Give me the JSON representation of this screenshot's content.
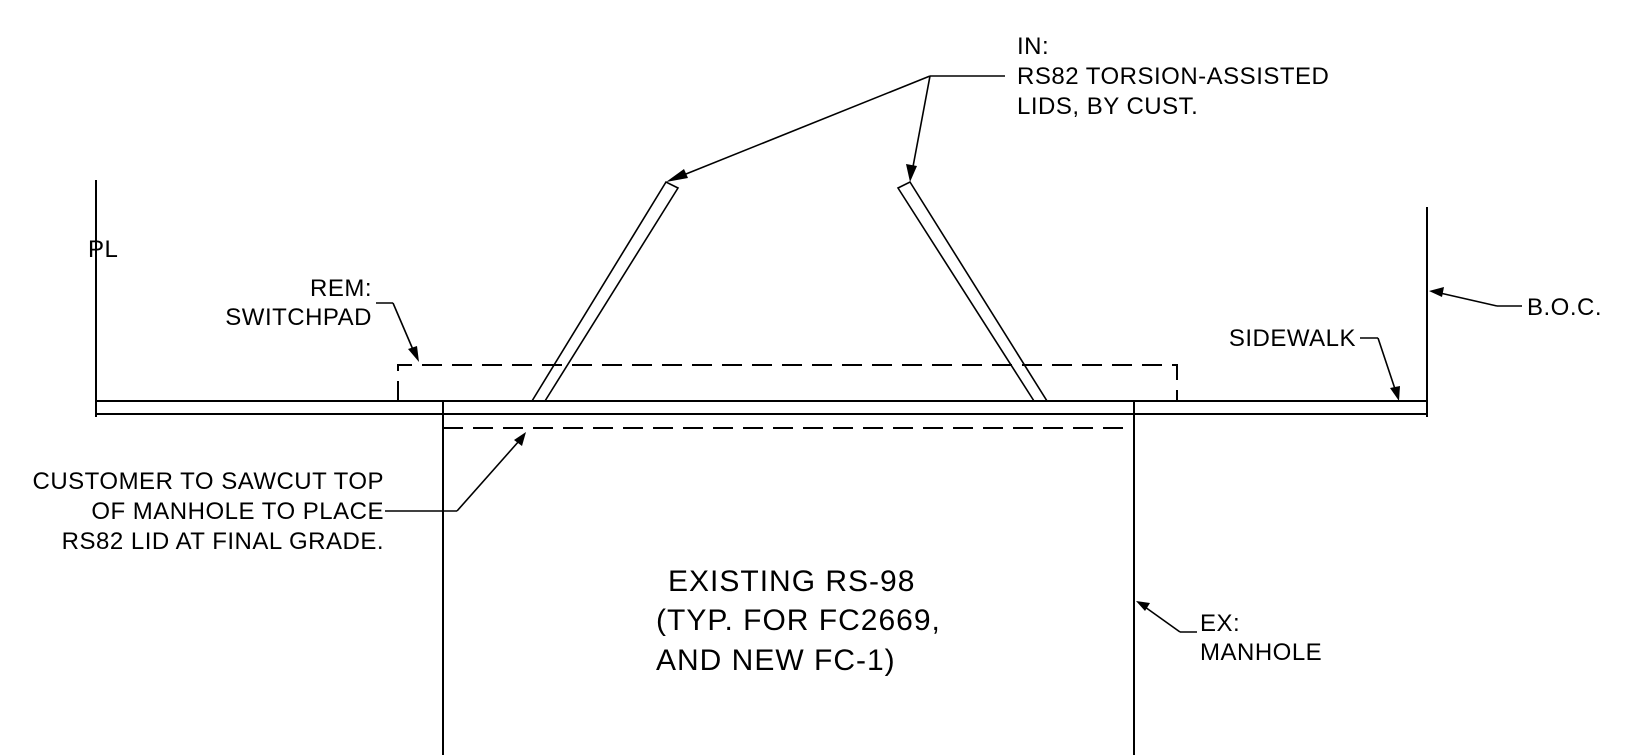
{
  "labels": {
    "property_line": "PL",
    "rem_line1": "REM:",
    "rem_line2": "SWITCHPAD",
    "in_line1": "IN:",
    "in_line2": "RS82 TORSION-ASSISTED",
    "in_line3": "LIDS, BY CUST.",
    "boc": "B.O.C.",
    "sidewalk": "SIDEWALK",
    "sawcut_line1": "CUSTOMER TO SAWCUT TOP",
    "sawcut_line2": "OF MANHOLE TO PLACE",
    "sawcut_line3": "RS82 LID AT FINAL GRADE.",
    "existing_line1": "EXISTING RS-98",
    "existing_line2": "(TYP. FOR FC2669,",
    "existing_line3": "AND NEW FC-1)",
    "ex_line1": "EX:",
    "ex_line2": "MANHOLE"
  }
}
